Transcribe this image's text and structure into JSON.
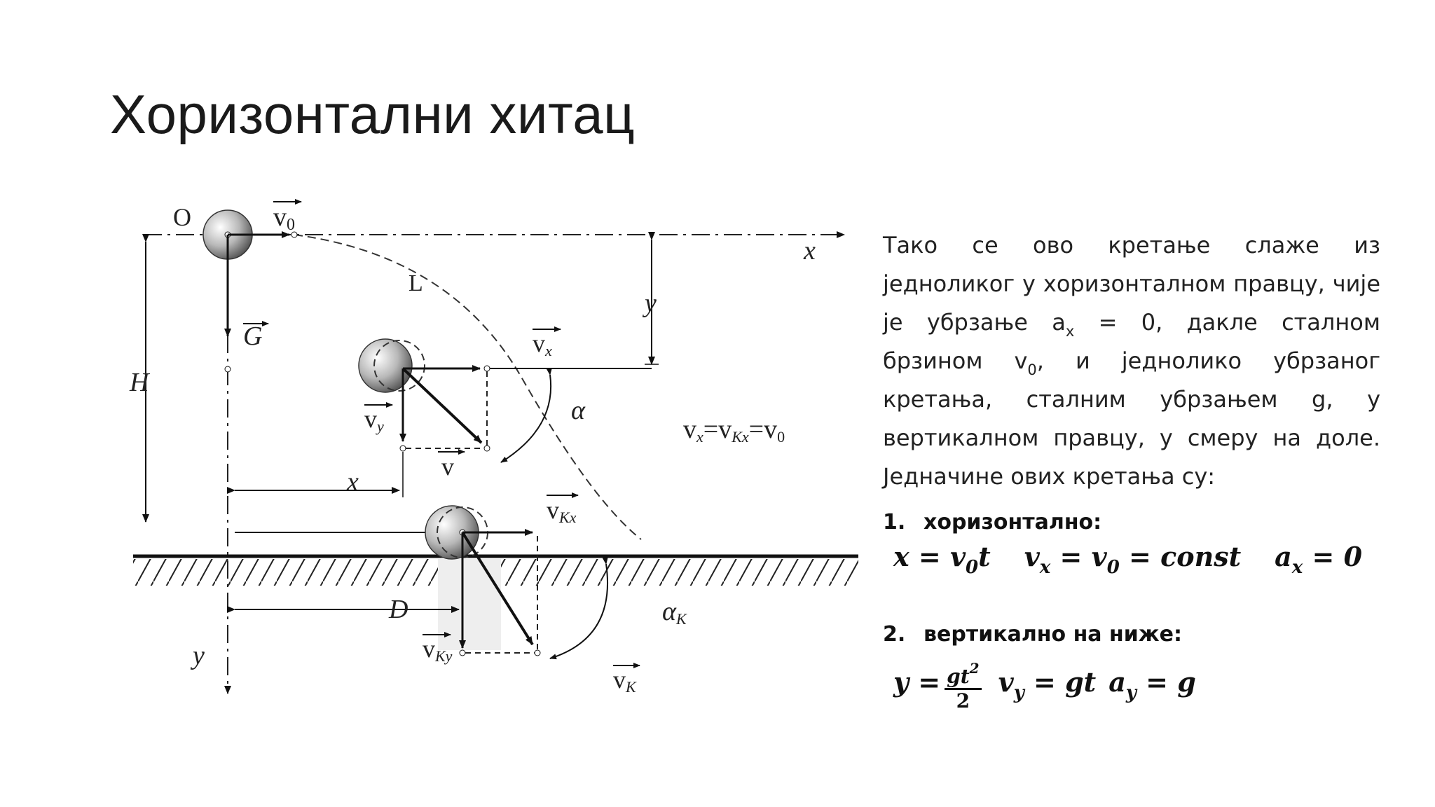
{
  "slide": {
    "title": "Хоризонтални хитац"
  },
  "text": {
    "p1": "Тако се ово кретање слаже из једноликог у хоризонталном правцу, чије је убрзање a",
    "p1_sub": "x",
    "p2": " = 0, дакле сталном брзином v",
    "p2_sub": "0",
    "p3": ", и једнолико убрзаног кретања, сталним убрзањем g, у вертикалном правцу, у смеру на доле. Једначине ових кретања су:"
  },
  "list": [
    {
      "num": "1.",
      "label": "хоризонтално:"
    },
    {
      "num": "2.",
      "label": "вертикално на ниже:"
    }
  ],
  "formulas": {
    "horizontal": {
      "f1a": "x = v",
      "f1b": "0",
      "f1c": "t",
      "f2a": "v",
      "f2b": "x",
      "f2c": " = v",
      "f2d": "0",
      "f2e": " = const",
      "f3a": "a",
      "f3b": "x",
      "f3c": " = 0"
    },
    "vertical": {
      "a": "y =",
      "num": "gt",
      "num_sup": "2",
      "den": "2",
      "b": "v",
      "b_sub": "y",
      "c": " = gt",
      "d": "a",
      "d_sub": "y",
      "e": " = g"
    }
  },
  "diagram": {
    "labels": {
      "origin": "O",
      "v0": "v",
      "v0_sub": "0",
      "x_axis": "x",
      "L": "L",
      "y_dim": "y",
      "G": "G",
      "H": "H",
      "vx": "v",
      "vx_sub": "x",
      "vy": "v",
      "vy_sub": "y",
      "v": "v",
      "alpha": "α",
      "eq": "v",
      "eq_sub1": "x",
      "eq_mid": "=v",
      "eq_sub2": "Kx",
      "eq_end": "=v",
      "eq_sub3": "0",
      "x_dim": "x",
      "vKx": "v",
      "vKx_sub": "Kx",
      "D": "D",
      "alphaK": "α",
      "alphaK_sub": "K",
      "vKy": "v",
      "vKy_sub": "Ky",
      "vK": "v",
      "vK_sub": "K",
      "y_axis": "y"
    }
  }
}
